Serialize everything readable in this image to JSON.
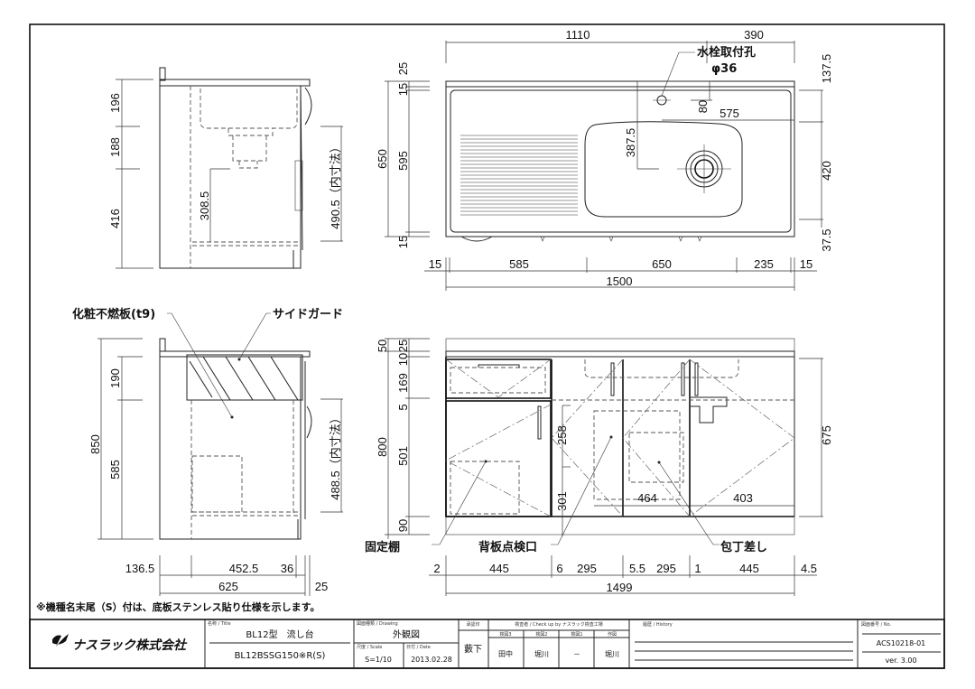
{
  "drawing": {
    "side_view_top": {
      "dims_left": [
        "196",
        "188",
        "416"
      ],
      "dim_308": "308.5",
      "dim_inner": "490.5（内寸法）"
    },
    "plan_view": {
      "dim_1110": "1110",
      "dim_390": "390",
      "faucet_label": "水栓取付孔",
      "faucet_dia": "φ36",
      "dims_left": [
        "650",
        "595",
        "25",
        "15",
        "15"
      ],
      "dim_80": "80",
      "dim_575": "575",
      "dim_387": "387.5",
      "dims_right": [
        "137.5",
        "420",
        "37.5"
      ],
      "dims_bottom": [
        "15",
        "585",
        "650",
        "235",
        "15"
      ],
      "dim_total": "1500"
    },
    "side_view_bottom": {
      "label_panel": "化粧不燃板(t9)",
      "label_guard": "サイドガード",
      "dims_left": [
        "190",
        "850",
        "585"
      ],
      "dim_inner": "488.5（内寸法）",
      "dims_bottom": [
        "136.5",
        "452.5",
        "36"
      ],
      "dims_bottom2": [
        "625",
        "25"
      ]
    },
    "front_view": {
      "dims_left_top": [
        "50",
        "25",
        "10",
        "169",
        "5"
      ],
      "dim_800": "800",
      "dim_501": "501",
      "dim_90": "90",
      "dim_675": "675",
      "dim_258": "258",
      "dim_301": "301",
      "dim_464": "464",
      "dim_403": "403",
      "label_shelf": "固定棚",
      "label_inspection": "背板点検口",
      "label_knife": "包丁差し",
      "dims_bottom": [
        "2",
        "445",
        "6",
        "295",
        "5.5",
        "295",
        "1",
        "445",
        "4.5"
      ],
      "dim_total": "1499"
    },
    "note": "※機種名末尾（S）付は、底板ステンレス貼り仕様を示します。"
  },
  "title_block": {
    "company": "ナスラック株式会社",
    "title_caption": "名称 / Title",
    "title": "BL12型　流し台",
    "model": "BL12BSSG150※R(S)",
    "drawing_caption": "図面種類 / Drawing",
    "drawing_type": "外観図",
    "scale_caption": "尺度 / Scale",
    "scale": "S=1/10",
    "date_caption": "日付 / Date",
    "date": "2013.02.28",
    "approval_caption": "承認印",
    "approval": "藪下",
    "check_caption": "検査者 / Check up by ナスラック検査工場",
    "check_cols": [
      "検図3",
      "検図2",
      "検図1",
      "作図"
    ],
    "check_vals": [
      "田中",
      "堀川",
      "－",
      "堀川"
    ],
    "history_caption": "履歴 / History",
    "no_caption": "図面番号 / No.",
    "number": "ACS10218-01",
    "version": "ver. 3.00"
  }
}
